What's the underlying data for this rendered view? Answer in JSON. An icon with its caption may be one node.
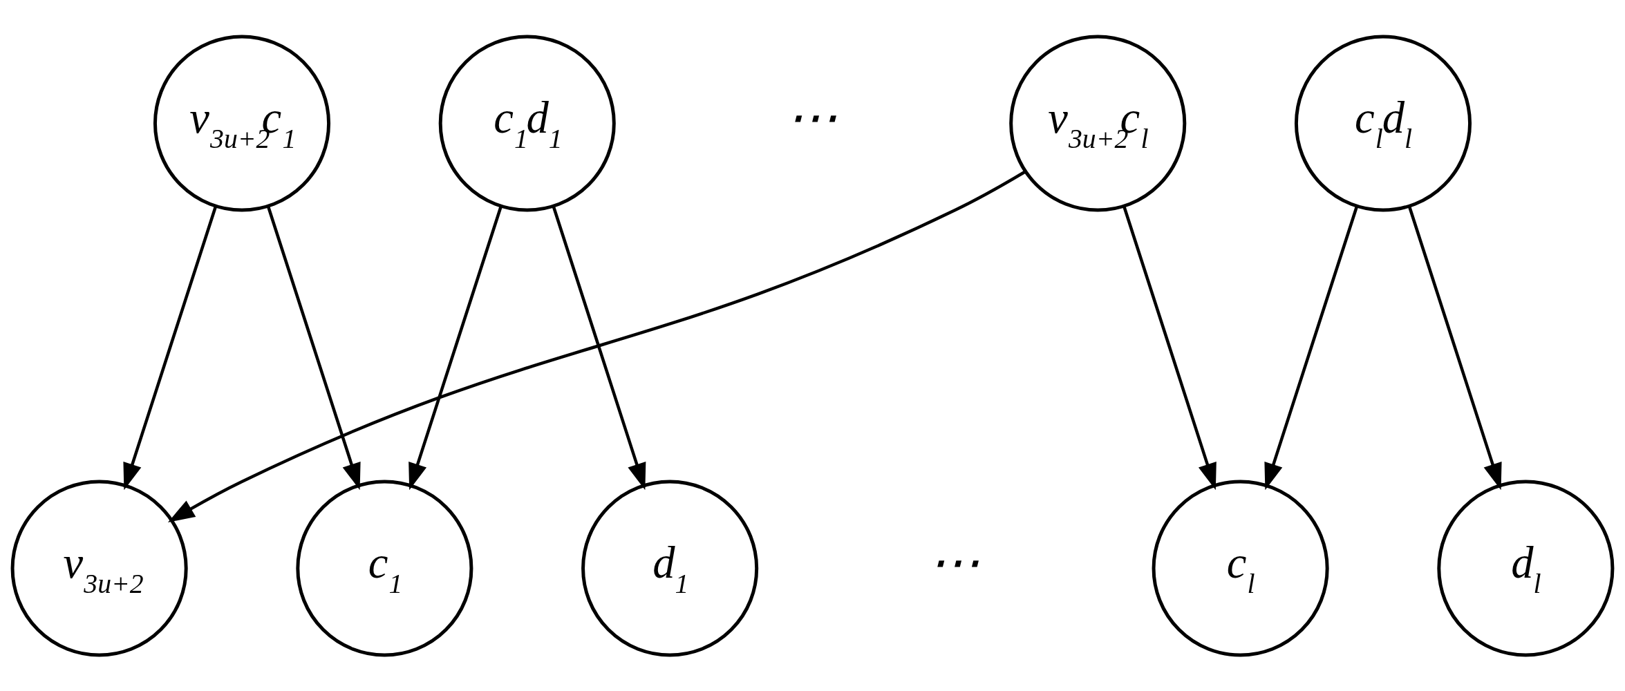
{
  "diagram": {
    "nodes": [
      {
        "text": [
          "v$_{3u+2}$c$_{1}$"
        ]
      },
      {
        "text": [
          "c$_{1}$d$_{1}$"
        ]
      },
      {
        "text": [
          "v$_{3u+2}$c$_{l}$"
        ]
      },
      {
        "text": [
          "c$_{l}$d$_{l}$"
        ]
      },
      {
        "text": [
          "v$_{3u+2}$"
        ]
      },
      {
        "text": [
          "c$_{1}$"
        ]
      },
      {
        "text": [
          "d$_{1}$"
        ]
      },
      {
        "text": [
          "c$_{l}$"
        ]
      },
      {
        "text": [
          "d$_{l}$"
        ]
      }
    ],
    "edges": [
      {
        "from": 0,
        "to": 4,
        "arrow": "to"
      },
      {
        "from": 0,
        "to": 5,
        "arrow": "to"
      },
      {
        "from": 1,
        "to": 5,
        "arrow": "to"
      },
      {
        "from": 1,
        "to": 6,
        "arrow": "to"
      },
      {
        "from": 2,
        "to": 4,
        "arrow": "to"
      },
      {
        "from": 2,
        "to": 7,
        "arrow": "to"
      },
      {
        "from": 3,
        "to": 7,
        "arrow": "to"
      },
      {
        "from": 3,
        "to": 8,
        "arrow": "to"
      }
    ],
    "labels": [
      "⋯",
      "⋯"
    ]
  }
}
